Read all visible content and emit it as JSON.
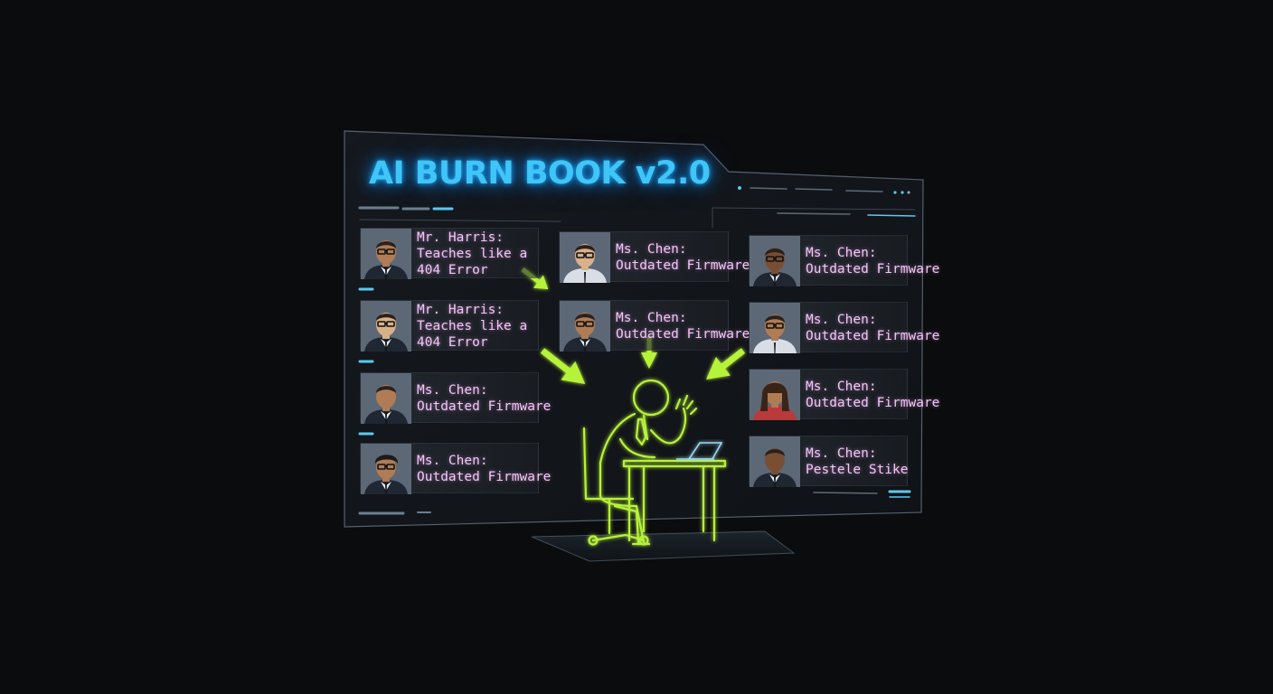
{
  "title": "AI BURN BOOK v2.0",
  "colors": {
    "title_glow": "#3fc6f6",
    "card_text": "#f3c6f5",
    "accent_lime": "#b7f23a",
    "panel_edge": "#8fa3b8"
  },
  "cards": [
    {
      "name": "Mr. Harris:",
      "lines": [
        "Teaches like a",
        "404 Error"
      ],
      "tone": "medium",
      "glasses": true,
      "hair": "short",
      "shirt": "suit"
    },
    {
      "name": "Mr. Harris:",
      "lines": [
        "Teaches like a",
        "404 Error"
      ],
      "tone": "light",
      "glasses": true,
      "hair": "short",
      "shirt": "suit"
    },
    {
      "name": "Ms. Chen:",
      "lines": [
        "Outdated Firmware"
      ],
      "tone": "medium",
      "glasses": false,
      "hair": "short",
      "shirt": "suit"
    },
    {
      "name": "Ms. Chen:",
      "lines": [
        "Outdated Firmware"
      ],
      "tone": "medium",
      "glasses": true,
      "hair": "curly",
      "shirt": "suit"
    },
    {
      "name": "Ms. Chen:",
      "lines": [
        "Outdated Firmware"
      ],
      "tone": "light",
      "glasses": true,
      "hair": "short",
      "shirt": "white"
    },
    {
      "name": "Ms. Chen:",
      "lines": [
        "Outdated Firmware"
      ],
      "tone": "medium",
      "glasses": true,
      "hair": "short",
      "shirt": "suit"
    },
    {
      "name": "Ms. Chen:",
      "lines": [
        "Outdated Firmware"
      ],
      "tone": "dark",
      "glasses": true,
      "hair": "short",
      "shirt": "suit"
    },
    {
      "name": "Ms. Chen:",
      "lines": [
        "Outdated Firmware"
      ],
      "tone": "medium",
      "glasses": true,
      "hair": "short",
      "shirt": "white"
    },
    {
      "name": "Ms. Chen:",
      "lines": [
        "Outdated Firmware"
      ],
      "tone": "medium",
      "glasses": false,
      "hair": "long",
      "shirt": "red"
    },
    {
      "name": "Ms. Chen:",
      "lines": [
        "Pestele Stike"
      ],
      "tone": "dark",
      "glasses": false,
      "hair": "short",
      "shirt": "suit"
    }
  ]
}
